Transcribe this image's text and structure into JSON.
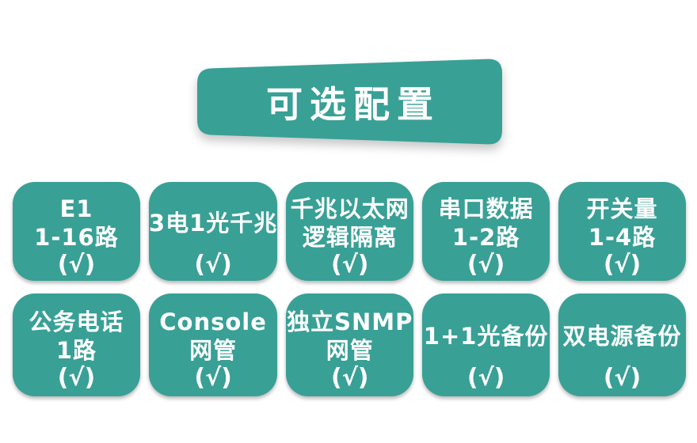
{
  "page": {
    "background_color": "#ffffff",
    "accent_color": "#39A096",
    "text_color": "#ffffff"
  },
  "banner": {
    "title": "可选配置"
  },
  "cards": [
    {
      "lines": [
        "E1",
        "1-16路"
      ],
      "check": "(√)"
    },
    {
      "lines": [
        "3电1光千兆"
      ],
      "check": "(√)"
    },
    {
      "lines": [
        "千兆以太网",
        "逻辑隔离"
      ],
      "check": "(√)"
    },
    {
      "lines": [
        "串口数据",
        "1-2路"
      ],
      "check": "(√)"
    },
    {
      "lines": [
        "开关量",
        "1-4路"
      ],
      "check": "(√)"
    },
    {
      "lines": [
        "公务电话",
        "1路"
      ],
      "check": "(√)"
    },
    {
      "lines": [
        "Console",
        "网管"
      ],
      "check": "(√)"
    },
    {
      "lines": [
        "独立SNMP",
        "网管"
      ],
      "check": "(√)"
    },
    {
      "lines": [
        "1+1光备份"
      ],
      "check": "(√)"
    },
    {
      "lines": [
        "双电源备份"
      ],
      "check": "(√)"
    }
  ]
}
